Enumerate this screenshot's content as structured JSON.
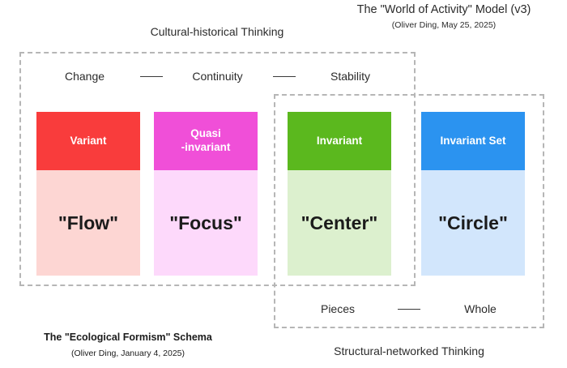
{
  "document": {
    "title": "The \"World of Activity\" Model (v3)",
    "subtitle": "(Oliver Ding, May 25, 2025)",
    "schema_title": "The \"Ecological Formism\" Schema",
    "schema_subtitle": "(Oliver Ding, January 4, 2025)"
  },
  "groups": {
    "cultural": {
      "label": "Cultural-historical Thinking",
      "relation": {
        "terms": [
          "Change",
          "Continuity",
          "Stability"
        ],
        "connector": "line"
      }
    },
    "structural": {
      "label": "Structural-networked Thinking",
      "relation": {
        "terms": [
          "Pieces",
          "Whole"
        ],
        "connector": "line"
      }
    }
  },
  "cards": [
    {
      "id": "variant",
      "head": "Variant",
      "body": "\"Flow\"",
      "head_color": "#F93C3C",
      "body_color": "#FDD6D3",
      "head_text_color": "#FFFFFF"
    },
    {
      "id": "quasi-invariant",
      "head": "Quasi\n-invariant",
      "head_line1": "Quasi",
      "head_line2": "-invariant",
      "body": "\"Focus\"",
      "head_color": "#F04FD8",
      "body_color": "#FDD9FB",
      "head_text_color": "#FFFFFF"
    },
    {
      "id": "invariant",
      "head": "Invariant",
      "body": "\"Center\"",
      "head_color": "#5BB81E",
      "body_color": "#DCF0CE",
      "head_text_color": "#FFFFFF"
    },
    {
      "id": "invariant-set",
      "head": "Invariant Set",
      "body": "\"Circle\"",
      "head_color": "#2B93F0",
      "body_color": "#D2E6FC",
      "head_text_color": "#FFFFFF"
    }
  ]
}
